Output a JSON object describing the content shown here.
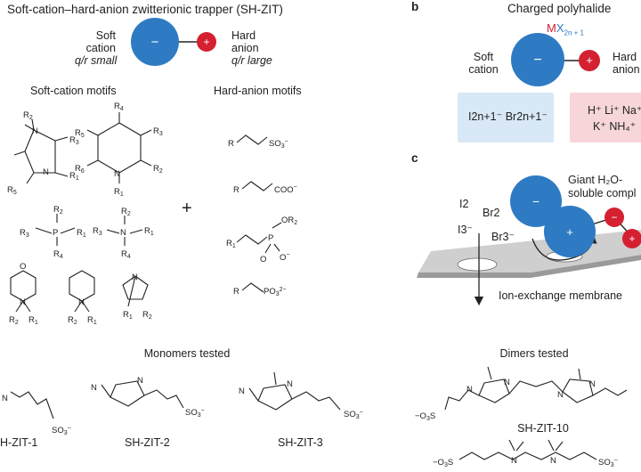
{
  "panel_a": {
    "title": "Soft-cation–hard-anion zwitterionic trapper (SH-ZIT)",
    "soft_cation": [
      "Soft",
      "cation",
      "q/r small"
    ],
    "hard_anion": [
      "Hard",
      "anion",
      "q/r large"
    ],
    "minus": "−",
    "plus": "+",
    "soft_cation_motifs": "Soft-cation motifs",
    "hard_anion_motifs": "Hard-anion motifs",
    "monomers_tested": "Monomers tested",
    "monomer_names": [
      "H-ZIT-1",
      "SH-ZIT-2",
      "SH-ZIT-3"
    ]
  },
  "panel_b": {
    "label": "b",
    "title": "Charged polyhalide",
    "formula_m": "M",
    "formula_x": "X",
    "formula_sub": "2n + 1",
    "soft": [
      "Soft",
      "cation"
    ],
    "hard": [
      "Hard",
      "anion"
    ],
    "anions_box": "I2n+1⁻   Br2n+1⁻",
    "cations_line1": "H⁺  Li⁺  Na⁺",
    "cations_line2": "K⁺  NH₄⁺"
  },
  "panel_c": {
    "label": "c",
    "species": [
      "I2",
      "Br2",
      "I3⁻",
      "Br3⁻"
    ],
    "complex_label": [
      "Giant H₂O-",
      "soluble compl"
    ],
    "membrane_label": "Ion-exchange membrane",
    "dimers_tested": "Dimers tested",
    "dimer_name": "SH-ZIT-10"
  },
  "colors": {
    "blue": "#2e7bc4",
    "red": "#d42030",
    "formula_m": "#d42030",
    "formula_x": "#2e7bc4",
    "box_blue": "#d8e8f6",
    "box_red": "#f6d6d8"
  }
}
